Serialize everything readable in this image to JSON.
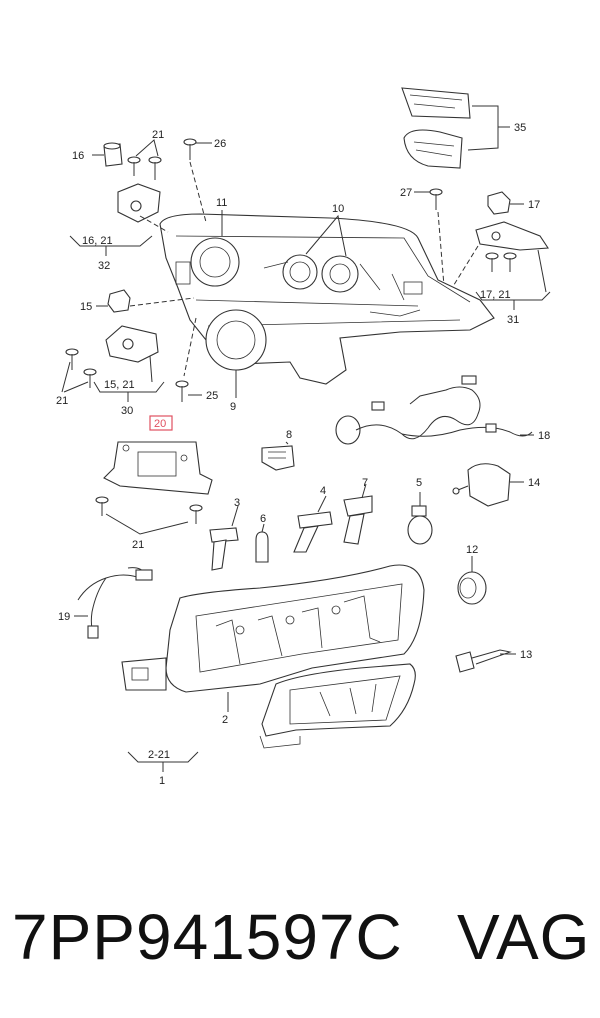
{
  "callouts": {
    "c1": "1",
    "c2": "2",
    "c2_21": "2-21",
    "c3": "3",
    "c4": "4",
    "c5": "5",
    "c6": "6",
    "c7": "7",
    "c8": "8",
    "c9": "9",
    "c10": "10",
    "c11": "11",
    "c12": "12",
    "c13": "13",
    "c14": "14",
    "c15": "15",
    "c16": "16",
    "c17": "17",
    "c18": "18",
    "c19": "19",
    "c20": "20",
    "c21a": "21",
    "c21b": "21",
    "c21c": "21",
    "c24": "25",
    "c26": "26",
    "c27": "27",
    "c30": "30",
    "c31": "31",
    "c32": "32",
    "c35": "35",
    "g16_21": "16, 21",
    "g15_21": "15, 21",
    "g17_21": "17, 21"
  },
  "highlighted_callout": "20",
  "footer": {
    "part_number": "7PP941597C",
    "brand": "VAG"
  }
}
